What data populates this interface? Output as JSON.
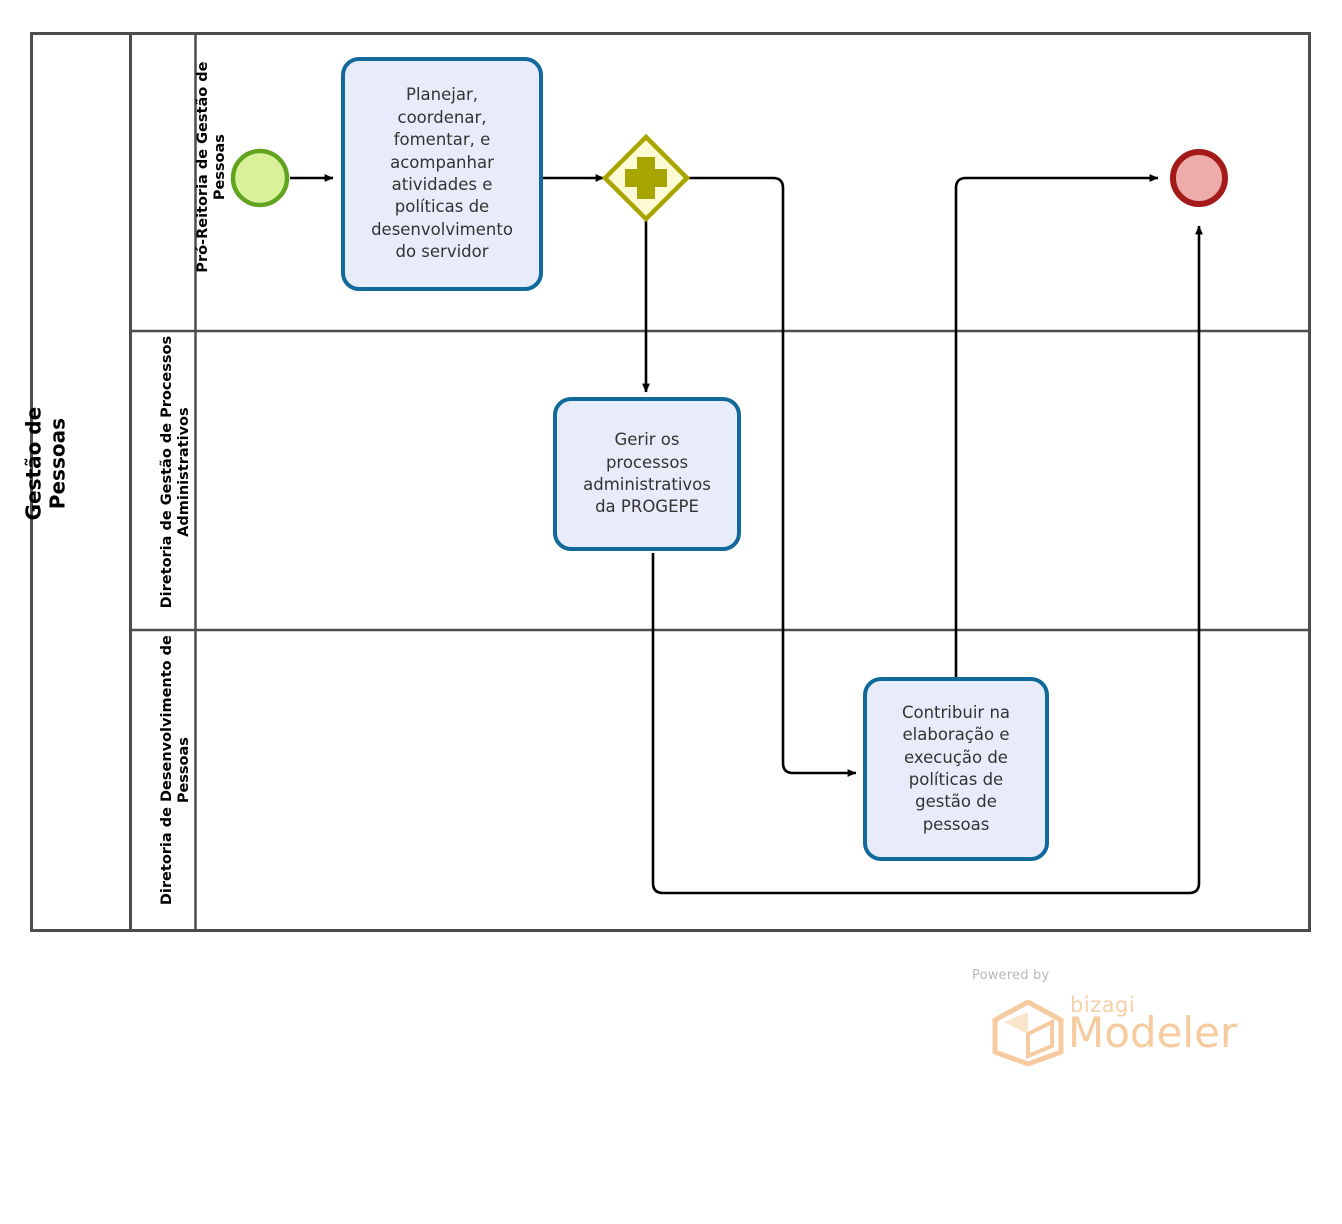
{
  "diagram": {
    "type": "bpmn-process-diagram",
    "pool": {
      "title": "Gestão de Pessoas"
    },
    "lanes": [
      {
        "id": "lane-1",
        "label": "Pró-Reitoria de Gestão de Pessoas"
      },
      {
        "id": "lane-2",
        "label": "Diretoria de Gestão de Processos Administrativos"
      },
      {
        "id": "lane-3",
        "label": "Diretoria de Desenvolvimento de Pessoas"
      }
    ],
    "events": [
      {
        "id": "start-event",
        "kind": "start",
        "lane": "lane-1",
        "fill": "#d9f29a",
        "stroke": "#62a420"
      },
      {
        "id": "end-event",
        "kind": "end",
        "lane": "lane-1",
        "fill": "#edacaa",
        "stroke": "#a41a19"
      }
    ],
    "gateways": [
      {
        "id": "parallel-gateway",
        "kind": "parallel",
        "lane": "lane-1",
        "symbol": "+",
        "fill": "#fbfbd4",
        "stroke": "#a8a400"
      }
    ],
    "tasks": [
      {
        "id": "task-planejar",
        "lane": "lane-1",
        "label": "Planejar,\ncoordenar,\nfomentar, e\nacompanhar\natividades e\npolíticas de\ndesenvolvimento\ndo servidor"
      },
      {
        "id": "task-gerir",
        "lane": "lane-2",
        "label": "Gerir os\nprocessos\nadministrativos\nda PROGEPE"
      },
      {
        "id": "task-contribuir",
        "lane": "lane-3",
        "label": "Contribuir na\nelaboração e\nexecução de\npolíticas de\ngestão de\npessoas"
      }
    ],
    "colors": {
      "task_fill": "#e8ecfa",
      "task_stroke": "#11699c",
      "lane_border": "#4d4d4d",
      "connector": "#000000"
    }
  },
  "watermark": {
    "powered_by": "Powered by",
    "brand": "bizagi",
    "product": "Modeler",
    "color": "#f6cba0"
  }
}
